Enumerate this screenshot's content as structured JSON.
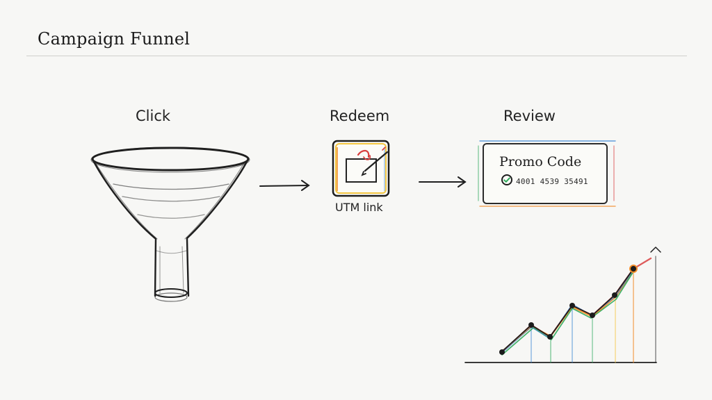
{
  "header": {
    "title": "Campaign Funnel"
  },
  "stages": {
    "click": "Click",
    "redeem": "Redeem",
    "review": "Review"
  },
  "redeem_card": {
    "label": "UTM link",
    "icon": "edit-icon"
  },
  "review_card": {
    "title": "Promo Code",
    "code": "4001 4539 35491",
    "icon": "check-icon"
  },
  "colors": {
    "ink": "#1d1d1d",
    "accent_orange": "#f28c28",
    "accent_blue": "#2f7fd1",
    "accent_green": "#2eaa5c",
    "accent_red": "#d93f3f",
    "accent_yellow": "#f3c642"
  }
}
